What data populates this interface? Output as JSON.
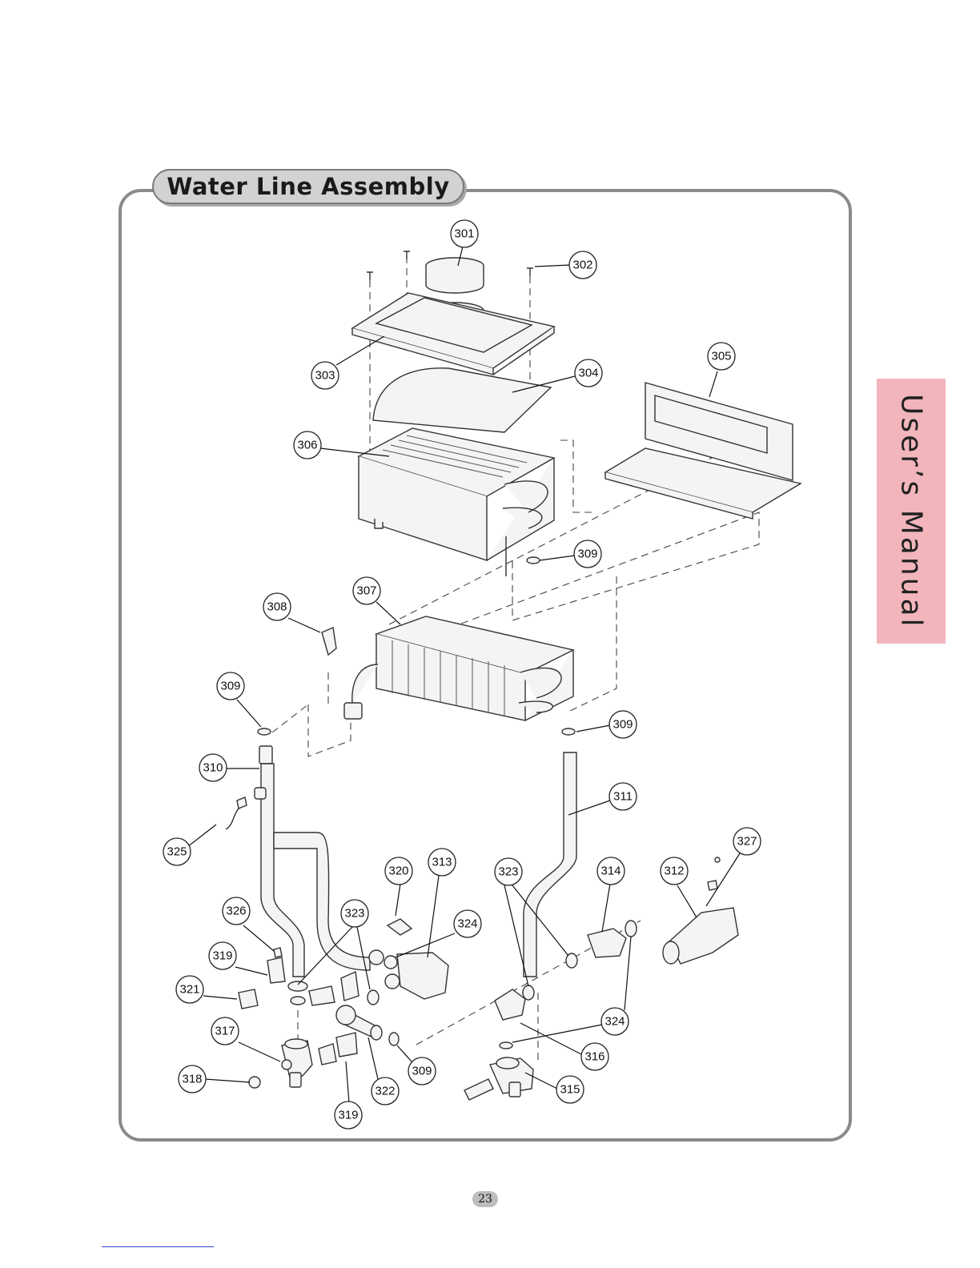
{
  "section_title": "Water Line Assembly",
  "side_tab_label": "User’s Manual",
  "page_number": "23",
  "callout_labels": [
    "301",
    "302",
    "303",
    "304",
    "305",
    "306",
    "309",
    "307",
    "308",
    "309",
    "309",
    "310",
    "311",
    "325",
    "327",
    "320",
    "313",
    "323",
    "314",
    "312",
    "326",
    "323",
    "324",
    "319",
    "321",
    "324",
    "317",
    "316",
    "309",
    "315",
    "318",
    "322",
    "319"
  ]
}
